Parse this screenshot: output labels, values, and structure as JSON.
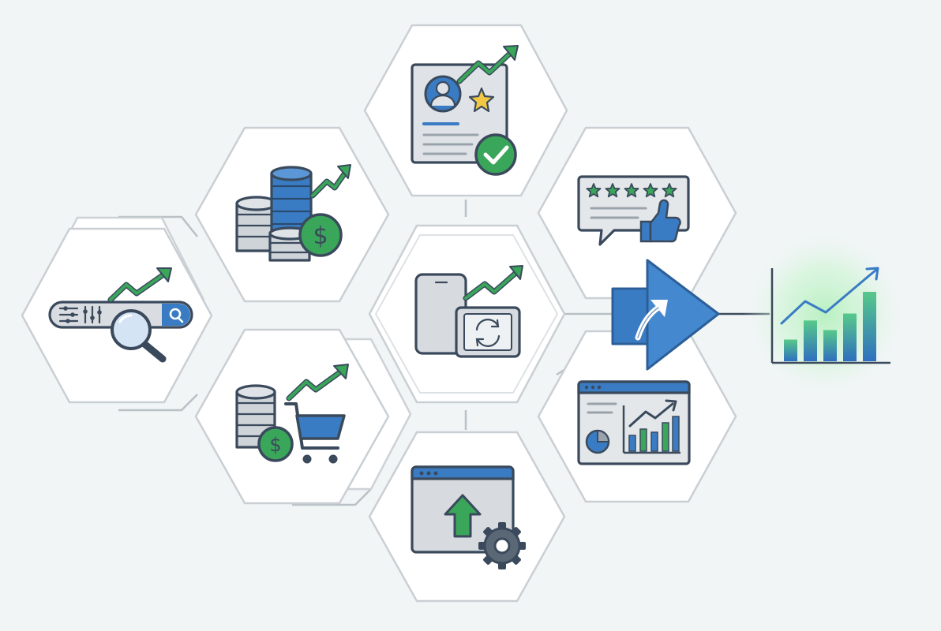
{
  "diagram": {
    "type": "hexagon-icon-cluster",
    "colors": {
      "hex_fill": "#ffffff",
      "hex_stroke": "#c9cfd3",
      "background": "#f1f5f6",
      "outline": "#3a4a5c",
      "blue": "#3a7cc4",
      "green": "#3aa65a",
      "gray": "#d7dbdf",
      "gold": "#f2c744",
      "glow": "#b6f0bf"
    },
    "nodes": [
      {
        "id": "search-optimization",
        "icons": [
          "search-bar-icon",
          "filter-sliders-icon",
          "magnifier-icon",
          "trend-arrow-icon"
        ]
      },
      {
        "id": "revenue-growth",
        "icons": [
          "coin-stacks-icon",
          "dollar-badge-icon",
          "trend-arrow-icon"
        ]
      },
      {
        "id": "sales-growth",
        "icons": [
          "coin-stack-icon",
          "dollar-badge-icon",
          "shopping-cart-icon",
          "trend-arrow-icon"
        ]
      },
      {
        "id": "profile-rating",
        "icons": [
          "profile-card-icon",
          "star-icon",
          "checkmark-badge-icon",
          "trend-arrow-icon"
        ]
      },
      {
        "id": "mobile-sync",
        "icons": [
          "phone-icon",
          "tablet-icon",
          "sync-icon",
          "trend-arrow-icon"
        ]
      },
      {
        "id": "deployment",
        "icons": [
          "browser-window-icon",
          "upload-arrow-icon",
          "gear-icon"
        ]
      },
      {
        "id": "reviews",
        "icons": [
          "chat-bubble-icon",
          "five-stars-icon",
          "thumbs-up-icon"
        ]
      },
      {
        "id": "analytics-dashboard",
        "icons": [
          "dashboard-icon",
          "pie-chart-icon",
          "bar-chart-icon",
          "trend-arrow-icon"
        ]
      }
    ],
    "hub": {
      "id": "growth-hub",
      "icons": [
        "play-arrow-icon",
        "curved-up-arrow-icon"
      ]
    },
    "result": {
      "id": "growth-result",
      "icons": [
        "bar-chart-icon",
        "trend-arrow-icon"
      ],
      "bar_heights": [
        0.25,
        0.47,
        0.36,
        0.55,
        0.8
      ]
    }
  }
}
